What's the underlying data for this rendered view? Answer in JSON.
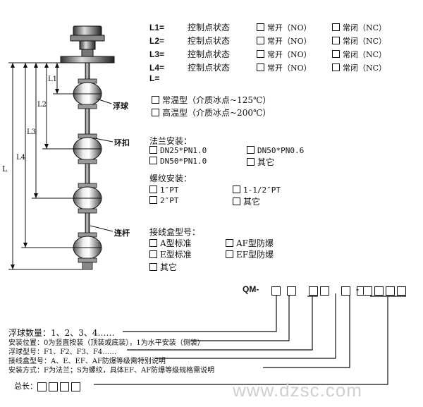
{
  "switch_points": [
    {
      "label": "L1=",
      "state": "控制点状态",
      "opt_no": "常开（NO）",
      "opt_nc": "常闭（NC）"
    },
    {
      "label": "L2=",
      "state": "控制点状态",
      "opt_no": "常开（NO）",
      "opt_nc": "常闭（NC）"
    },
    {
      "label": "L3=",
      "state": "控制点状态",
      "opt_no": "常开（NO）",
      "opt_nc": "常闭（NC）"
    },
    {
      "label": "L4=",
      "state": "控制点状态",
      "opt_no": "常开（NO）",
      "opt_nc": "常闭（NC）"
    }
  ],
  "total_length_label": "L=",
  "temperature_options": [
    "常温型（介质冰点~125℃）",
    "高温型（介质冰点~200℃）"
  ],
  "flange": {
    "title": "法兰安装：",
    "options": [
      "DN25*PN1.0",
      "DN50*PN0.6",
      "DN50*PN1.0",
      "其它"
    ]
  },
  "thread": {
    "title": "螺纹安装：",
    "options": [
      "1″PT",
      "1-1/2″PT",
      "2″PT",
      "其它"
    ]
  },
  "junction_box": {
    "title": "接线盒型号：",
    "options": [
      "A型标准",
      "AF型防爆",
      "E型标准",
      "EF型防爆",
      "其它"
    ]
  },
  "diagram_labels": {
    "float": "浮球",
    "ring": "环扣",
    "rod": "连杆",
    "dim_L": "L",
    "dim_L1": "L1",
    "dim_L2": "L2",
    "dim_L3": "L3",
    "dim_L4": "L4"
  },
  "model_code": {
    "prefix": "QM-"
  },
  "code_legend": [
    "浮球数量：1、2、3、4……",
    "安装位置：0为竖直按装（顶装或底装），1为水平安装（侧装）",
    "浮球型号：F1、F2、F3、F4……",
    "接线盒型号：A、E、EF、AF防爆等级需特别说明",
    "安装方式：F为法兰；S为螺纹，具体EF、AF防爆等级规格需说明"
  ],
  "total_length": {
    "label": "总长："
  },
  "watermark": "www.dzsc.com"
}
